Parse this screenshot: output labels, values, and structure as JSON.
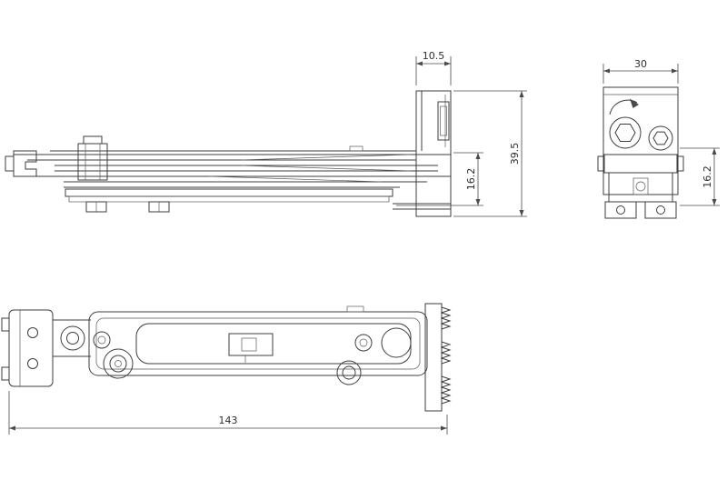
{
  "canvas": {
    "background": "#ffffff",
    "line_color": "#3d3d3d",
    "dimension_color": "#4a4a4a"
  },
  "dimensions": {
    "flange_width": "10.5",
    "overall_height": "39.5",
    "side_channel_height": "16.2",
    "end_width": "30",
    "end_channel_height": "16.2",
    "overall_length": "143"
  }
}
